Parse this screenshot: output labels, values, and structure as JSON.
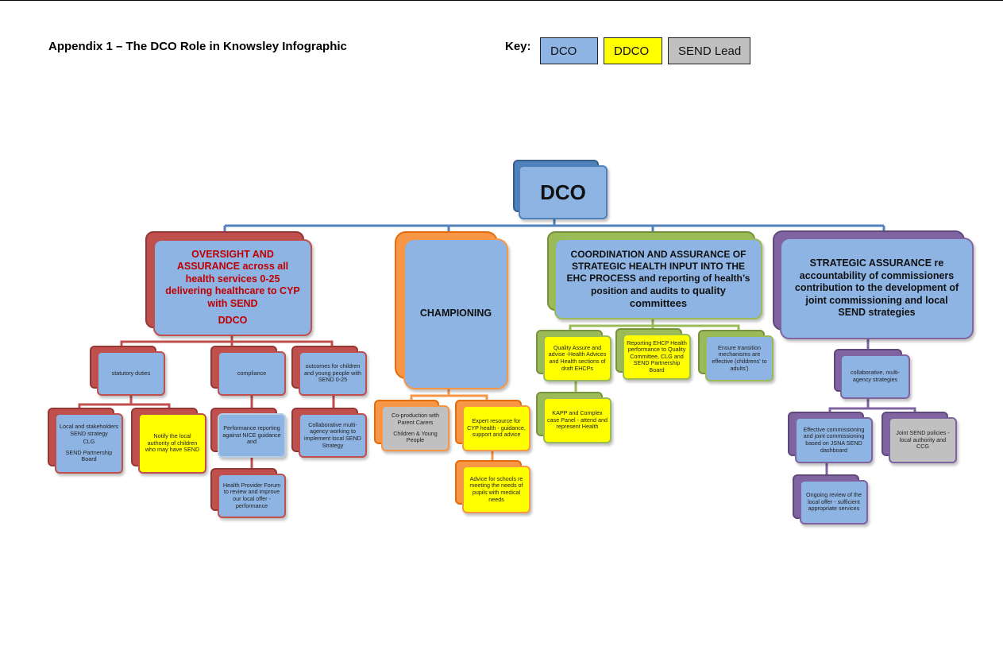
{
  "title": "Appendix 1 – The DCO Role in Knowsley Infographic",
  "key": {
    "label": "Key:",
    "items": [
      "DCO",
      "DDCO",
      "SEND Lead"
    ],
    "colors": [
      "#8eb4e3",
      "#ffff00",
      "#c0c0c0"
    ]
  },
  "root": "DCO",
  "branches": {
    "oversight": {
      "title": "OVERSIGHT AND ASSURANCE across all health services 0-25 delivering healthcare to CYP with SEND",
      "sub": "DDCO",
      "children": {
        "statutory": "statutory duties",
        "compliance": "compliance",
        "outcomes": "outcomes for children and young people with SEND 0-25",
        "local_stakeholders": [
          "Local  and stakeholders SEND strategy",
          "CLG",
          "SEND Partnership Board"
        ],
        "notify": "Notify the local authority of children who may have SEND",
        "performance": "Performance reporting against NICE guidance and",
        "provider_forum": "Health Provider Forum to review and improve our local offer - performance",
        "collaborative": "Collaborative multi-agency working to implement local SEND Strategy"
      }
    },
    "championing": {
      "title": "CHAMPIONING",
      "children": {
        "coproduction": [
          "Co-production  with Parent Carers",
          "Children & Young People"
        ],
        "expert": "Expert resource for CYP health - guidance, support and advice",
        "schools": "Advice for schools re meeting the needs of pupils with medical needs"
      }
    },
    "coordination": {
      "title": "COORDINATION AND ASSURANCE OF STRATEGIC HEALTH INPUT INTO THE EHC PROCESS and reporting of health’s position and audits to",
      "title_bold": "quality committees",
      "children": {
        "quality_assure": "Quality Assure and advise -Health Advices and Health sections of draft EHCPs",
        "reporting": "Reporting EHCP Health performance to Quality Committee, CLG and SEND Partnership Board",
        "transition": "Ensure transition mechanisms are effective (childrens' to adults')",
        "kapp": "KAPP and Complex case Panel - attend and represent Health"
      }
    },
    "strategic": {
      "title": "STRATEGIC ASSURANCE re accountability of commissioners contribution to the development of joint commissioning and local SEND strategies",
      "children": {
        "collaborative": "collaborative, multi-agency strategies",
        "effective": "Effective commissioning and joint commissioning based on JSNA SEND dashboard",
        "joint_policies": "Joint SEND policies - local authority and CCG",
        "ongoing": "Ongoing review of the local offer - sufficient appropriate services"
      }
    }
  }
}
